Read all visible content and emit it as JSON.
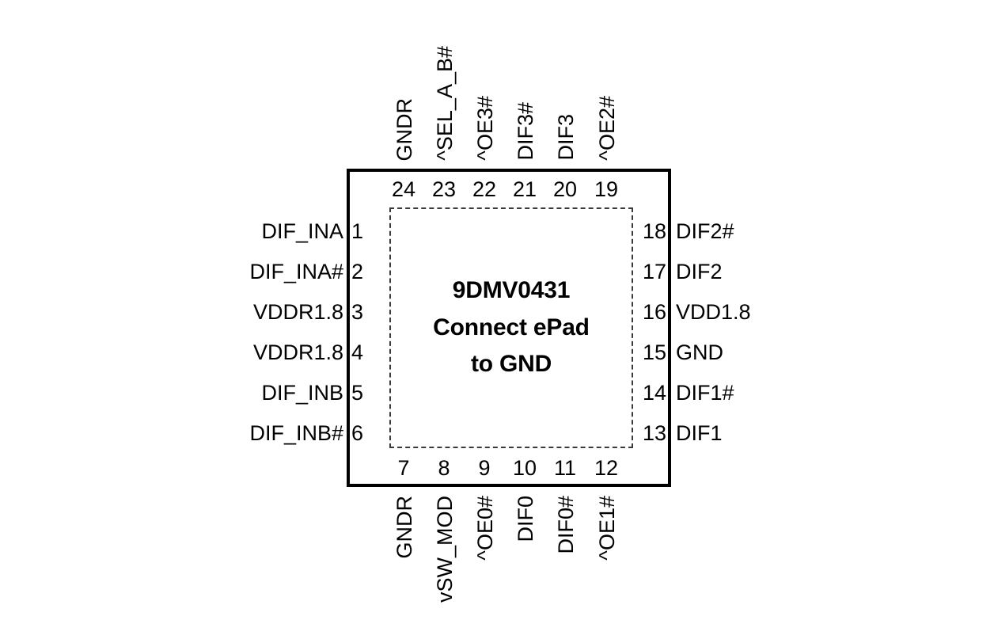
{
  "part": {
    "name": "9DMV0431",
    "note_line_1": "Connect ePad",
    "note_line_2": "to GND",
    "package_outline_color": "#000000",
    "epad_outline_color": "#3a3a3a",
    "background_color": "#ffffff",
    "text_color": "#000000"
  },
  "pins": {
    "left": [
      {
        "number": "1",
        "label": "DIF_INA"
      },
      {
        "number": "2",
        "label": "DIF_INA#"
      },
      {
        "number": "3",
        "label": "VDDR1.8"
      },
      {
        "number": "4",
        "label": "VDDR1.8"
      },
      {
        "number": "5",
        "label": "DIF_INB"
      },
      {
        "number": "6",
        "label": "DIF_INB#"
      }
    ],
    "bottom": [
      {
        "number": "7",
        "label": "GNDR"
      },
      {
        "number": "8",
        "label": "vSW_MOD"
      },
      {
        "number": "9",
        "label": "^OE0#"
      },
      {
        "number": "10",
        "label": "DIF0"
      },
      {
        "number": "11",
        "label": "DIF0#"
      },
      {
        "number": "12",
        "label": "^OE1#"
      }
    ],
    "right": [
      {
        "number": "18",
        "label": "DIF2#"
      },
      {
        "number": "17",
        "label": "DIF2"
      },
      {
        "number": "16",
        "label": "VDD1.8"
      },
      {
        "number": "15",
        "label": "GND"
      },
      {
        "number": "14",
        "label": "DIF1#"
      },
      {
        "number": "13",
        "label": "DIF1"
      }
    ],
    "top": [
      {
        "number": "24",
        "label": "GNDR"
      },
      {
        "number": "23",
        "label": "^SEL_A_B#"
      },
      {
        "number": "22",
        "label": "^OE3#"
      },
      {
        "number": "21",
        "label": "DIF3#"
      },
      {
        "number": "20",
        "label": "DIF3"
      },
      {
        "number": "19",
        "label": "^OE2#"
      }
    ]
  }
}
